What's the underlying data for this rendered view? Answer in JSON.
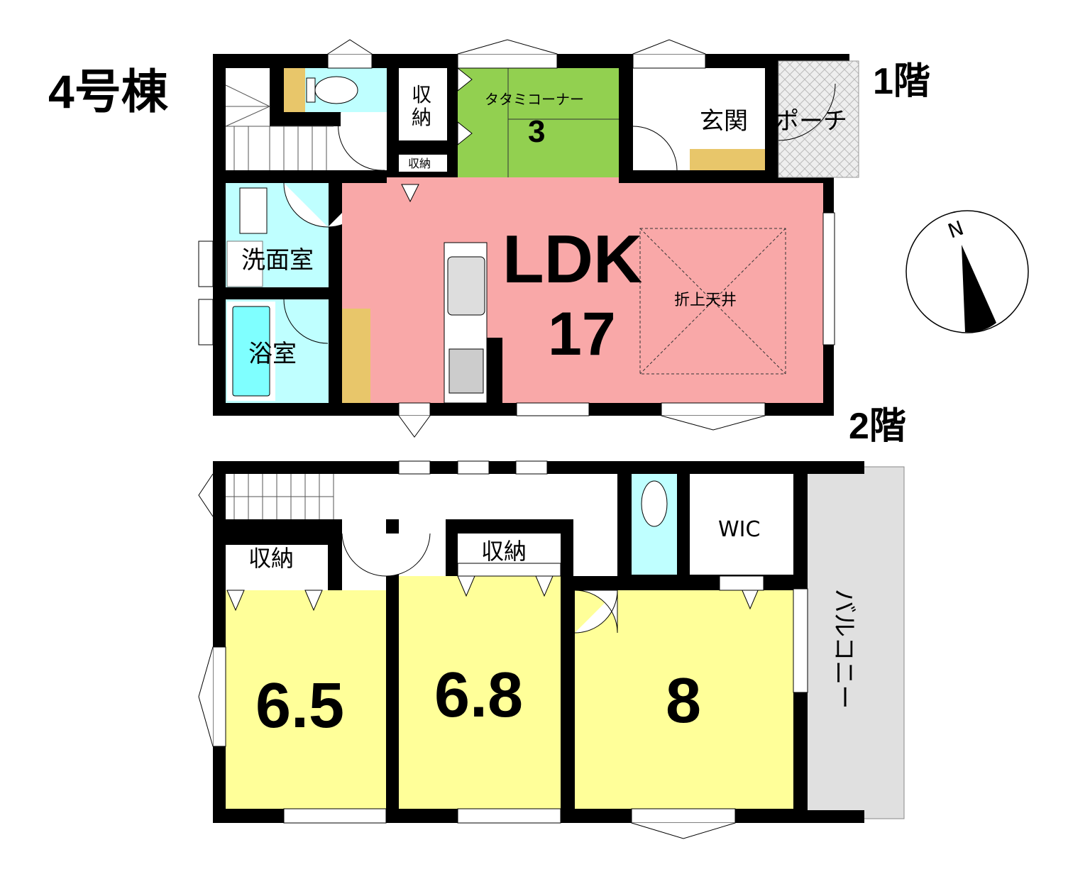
{
  "building": "4号棟",
  "floor1": {
    "label": "1階",
    "rooms": {
      "storage1": "収",
      "storage1b": "納",
      "storage2": "収納",
      "tatami_label": "タタミコーナー",
      "tatami_size": "3",
      "entrance": "玄関",
      "porch": "ポーチ",
      "washroom": "洗面室",
      "bathroom": "浴室",
      "ldk_label": "LDK",
      "ldk_size": "17",
      "ceiling": "折上天井"
    }
  },
  "floor2": {
    "label": "2階",
    "rooms": {
      "storage_a": "収納",
      "storage_b": "収納",
      "wic": "WIC",
      "room1_size": "6.5",
      "room2_size": "6.8",
      "room3_size": "8",
      "balcony": "バルコニー"
    }
  },
  "compass": {
    "label": "N"
  },
  "colors": {
    "wall": "#000000",
    "ldk": "#f9a8a8",
    "tatami": "#92d050",
    "wet": "#bfffff",
    "tub": "#7fffff",
    "bedroom": "#ffff99",
    "storage_yellow": "#e8c66a",
    "balcony": "#e0e0e0"
  }
}
